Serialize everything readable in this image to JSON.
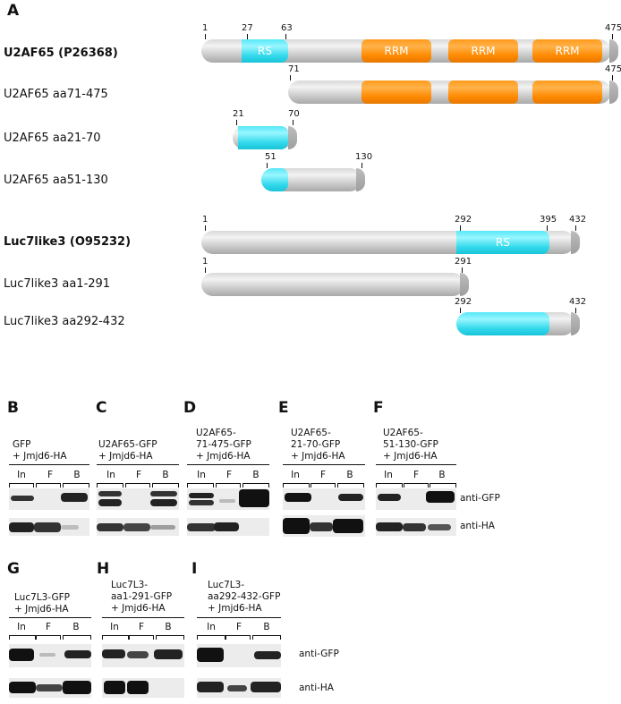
{
  "panels": {
    "a": "A",
    "b": "B",
    "c": "C",
    "d": "D",
    "e": "E",
    "f": "F",
    "g": "G",
    "h": "H",
    "i": "I"
  },
  "constructs": {
    "u2af65": {
      "label": "U2AF65 (P26368)",
      "n1": "1",
      "n27": "27",
      "n63": "63",
      "n475": "475",
      "rs": "RS",
      "rrm1": "RRM",
      "rrm2": "RRM",
      "rrm3": "RRM"
    },
    "u2af65_71_475": {
      "label": "U2AF65 aa71-475",
      "n71": "71",
      "n475": "475"
    },
    "u2af65_21_70": {
      "label": "U2AF65 aa21-70",
      "n21": "21",
      "n70": "70"
    },
    "u2af65_51_130": {
      "label": "U2AF65 aa51-130",
      "n51": "51",
      "n130": "130"
    },
    "luc7": {
      "label": "Luc7like3 (O95232)",
      "n1": "1",
      "n292": "292",
      "n395": "395",
      "n432": "432",
      "rs": "RS"
    },
    "luc7_1_291": {
      "label": "Luc7like3 aa1-291",
      "n1": "1",
      "n291": "291"
    },
    "luc7_292_432": {
      "label": "Luc7like3 aa292-432",
      "n292": "292",
      "n432": "432"
    }
  },
  "blots": {
    "b": {
      "line1": "GFP",
      "line2": "+ Jmjd6-HA",
      "line3": ""
    },
    "c": {
      "line1": "U2AF65-GFP",
      "line2": "+ Jmjd6-HA",
      "line3": ""
    },
    "d": {
      "line1": "U2AF65-",
      "line2": "71-475-GFP",
      "line3": "+ Jmjd6-HA"
    },
    "e": {
      "line1": "U2AF65-",
      "line2": "21-70-GFP",
      "line3": "+ Jmjd6-HA"
    },
    "f": {
      "line1": "U2AF65-",
      "line2": "51-130-GFP",
      "line3": "+ Jmjd6-HA"
    },
    "g": {
      "line1": "Luc7L3-GFP",
      "line2": "+ Jmjd6-HA",
      "line3": ""
    },
    "h": {
      "line1": "Luc7L3-",
      "line2": "aa1-291-GFP",
      "line3": "+ Jmjd6-HA"
    },
    "i": {
      "line1": "Luc7L3-",
      "line2": "aa292-432-GFP",
      "line3": "+ Jmjd6-HA"
    }
  },
  "lanes": {
    "in": "In",
    "f": "F",
    "b": "B"
  },
  "antibodies": {
    "gfp_top": "anti-GFP",
    "ha_top": "anti-HA",
    "gfp_bottom": "anti-GFP",
    "ha_bottom": "anti-HA"
  }
}
